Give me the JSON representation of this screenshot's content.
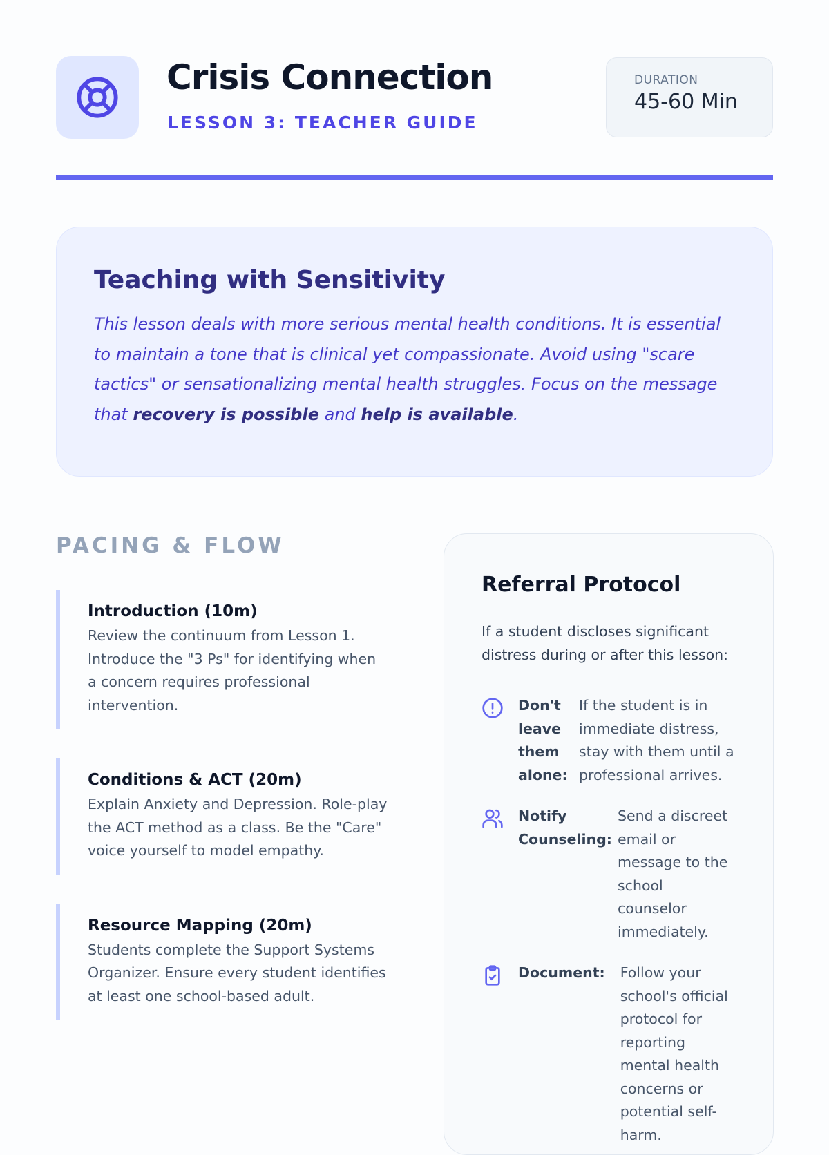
{
  "header": {
    "title": "Crisis Connection",
    "subtitle": "LESSON 3: TEACHER GUIDE",
    "duration_label": "DURATION",
    "duration_value": "45-60 Min",
    "logo_icon": "lifebuoy-icon"
  },
  "colors": {
    "accent": "#6366f1",
    "accent_dark": "#4f46e5",
    "tint": "#eef2ff"
  },
  "sensitivity": {
    "heading": "Teaching with Sensitivity",
    "text": "This lesson deals with more serious mental health conditions. It is essential to maintain a tone that is clinical yet compassionate. Avoid using \"scare tactics\" or sensationalizing mental health struggles. Focus on the message that ",
    "bold1": "recovery is possible",
    "mid": " and ",
    "bold2": "help is available",
    "end": "."
  },
  "pacing": {
    "heading": "PACING & FLOW",
    "steps": [
      {
        "title": "Introduction (10m)",
        "text": "Review the continuum from Lesson 1. Introduce the \"3 Ps\" for identifying when a concern requires professional intervention."
      },
      {
        "title": "Conditions & ACT (20m)",
        "text": "Explain Anxiety and Depression. Role-play the ACT method as a class. Be the \"Care\" voice yourself to model empathy."
      },
      {
        "title": "Resource Mapping (20m)",
        "text": "Students complete the Support Systems Organizer. Ensure every student identifies at least one school-based adult."
      }
    ]
  },
  "referral": {
    "heading": "Referral Protocol",
    "intro": "If a student discloses significant distress during or after this lesson:",
    "items": [
      {
        "icon": "alert-circle-icon",
        "term": "Don't leave them alone:",
        "text": "If the student is in immediate distress, stay with them until a professional arrives."
      },
      {
        "icon": "users-icon",
        "term": "Notify Counseling:",
        "text": "Send a discreet email or message to the school counselor immediately."
      },
      {
        "icon": "clipboard-check-icon",
        "term": "Document:",
        "text": "Follow your school's official protocol for reporting mental health concerns or potential self-harm."
      }
    ]
  }
}
